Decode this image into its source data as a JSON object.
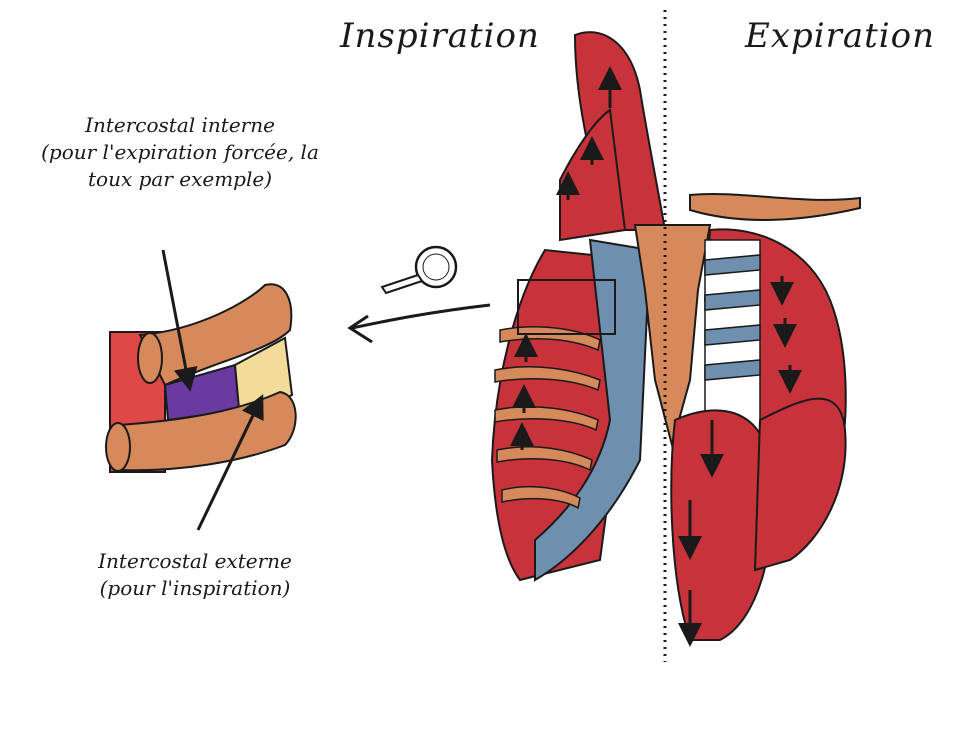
{
  "headings": {
    "inspiration": "Inspiration",
    "expiration": "Expiration"
  },
  "labels": {
    "internal_title": "Intercostal interne",
    "internal_line2": "(pour l'expiration forcée, la",
    "internal_line3": "toux par exemple)",
    "external_title": "Intercostal externe",
    "external_line2": "(pour l'inspiration)"
  },
  "colors": {
    "muscle": "#c8323a",
    "muscle_light": "#e05a55",
    "bone": "#d6895a",
    "cartilage": "#6f8fae",
    "internal_muscle": "#6a3aa0",
    "external_muscle": "#f3dc9a",
    "outline": "#1a1a1a"
  },
  "icons": [
    "magnifier-icon",
    "arrow-left-icon",
    "arrow-up-icon",
    "arrow-down-icon"
  ]
}
